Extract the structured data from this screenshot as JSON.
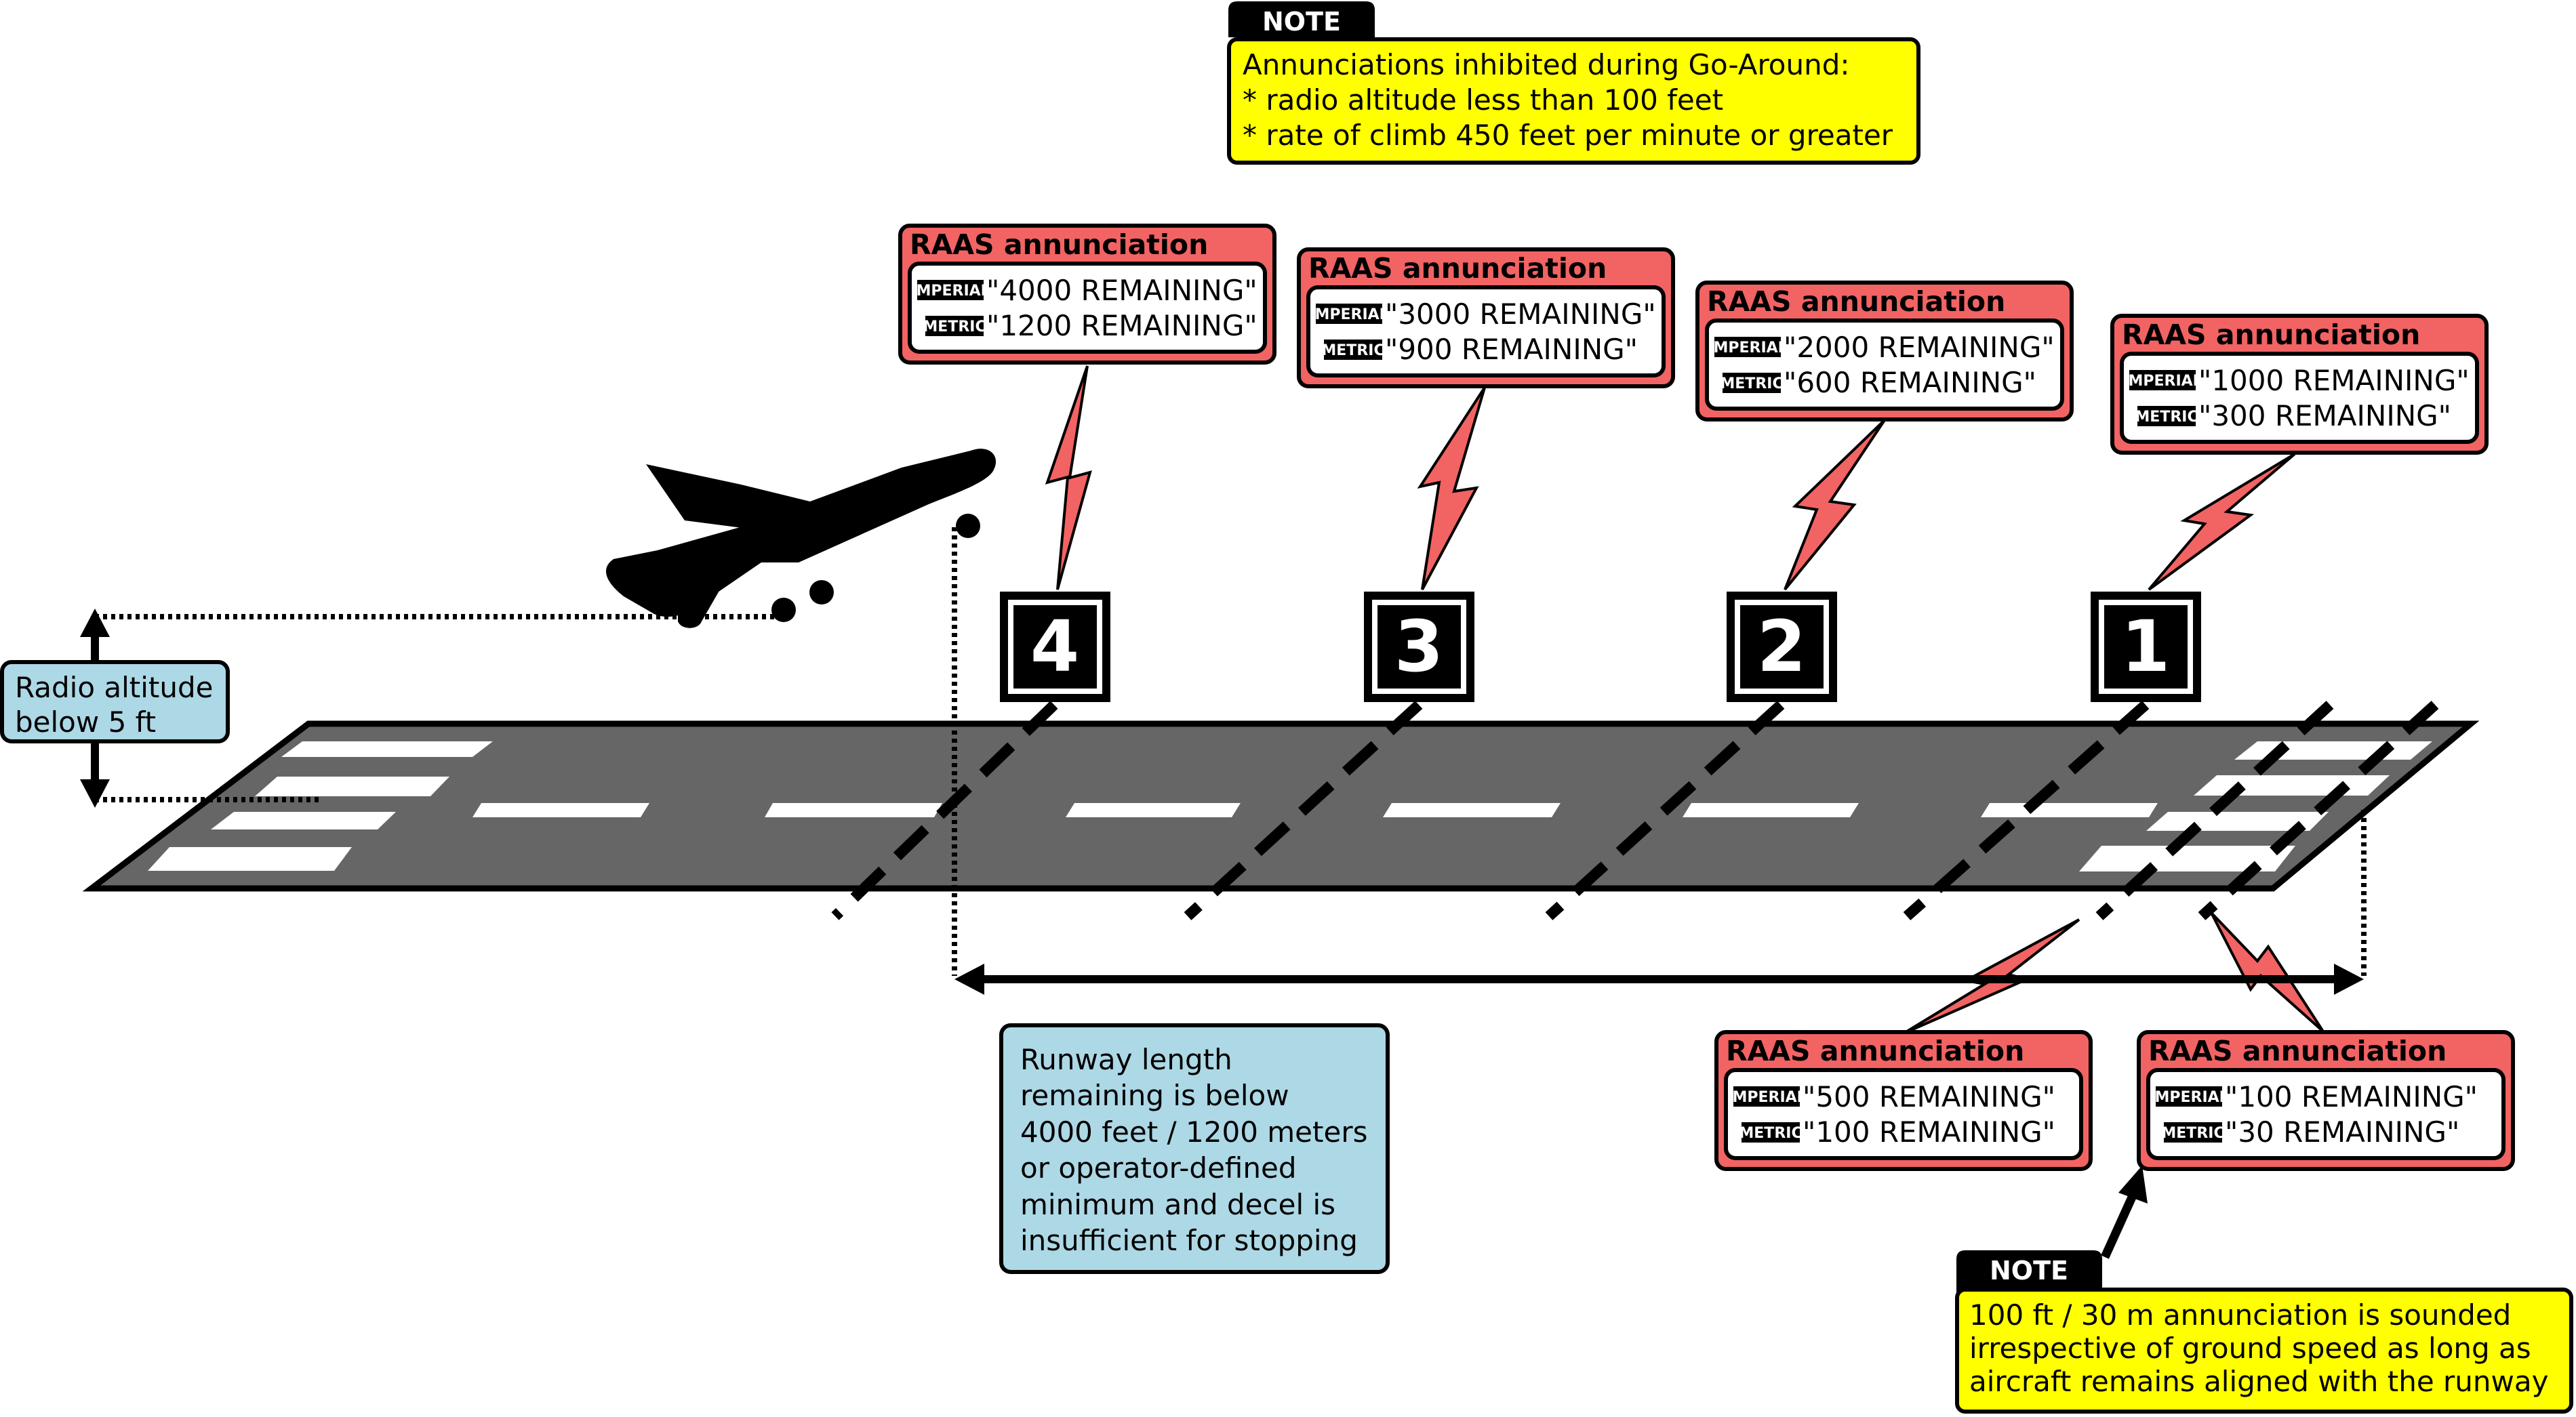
{
  "go_around_note": {
    "tag": "NOTE",
    "lines": [
      "Annunciations inhibited during Go-Around:",
      "* radio altitude less than 100 feet",
      "* rate of climb 450 feet per minute or greater"
    ]
  },
  "raas_boxes": [
    {
      "title": "RAAS annunciation",
      "imperial_tag": "IMPERIAL",
      "imperial": "\"4000 REMAINING\"",
      "metric_tag": "METRIC",
      "metric": "\"1200 REMAINING\""
    },
    {
      "title": "RAAS annunciation",
      "imperial_tag": "IMPERIAL",
      "imperial": "\"3000 REMAINING\"",
      "metric_tag": "METRIC",
      "metric": "\"900 REMAINING\""
    },
    {
      "title": "RAAS annunciation",
      "imperial_tag": "IMPERIAL",
      "imperial": "\"2000 REMAINING\"",
      "metric_tag": "METRIC",
      "metric": "\"600 REMAINING\""
    },
    {
      "title": "RAAS annunciation",
      "imperial_tag": "IMPERIAL",
      "imperial": "\"1000 REMAINING\"",
      "metric_tag": "METRIC",
      "metric": "\"300 REMAINING\""
    },
    {
      "title": "RAAS annunciation",
      "imperial_tag": "IMPERIAL",
      "imperial": "\"500 REMAINING\"",
      "metric_tag": "METRIC",
      "metric": "\"100 REMAINING\""
    },
    {
      "title": "RAAS annunciation",
      "imperial_tag": "IMPERIAL",
      "imperial": "\"100 REMAINING\"",
      "metric_tag": "METRIC",
      "metric": "\"30 REMAINING\""
    }
  ],
  "distance_markers": [
    "4",
    "3",
    "2",
    "1"
  ],
  "radio_altitude": {
    "lines": [
      "Radio altitude",
      "below 5 ft"
    ]
  },
  "runway_remaining": {
    "lines": [
      "Runway length",
      "remaining is below",
      "4000 feet / 1200 meters",
      "or operator-defined",
      "minimum and decel is",
      "insufficient for stopping"
    ]
  },
  "ground_speed_note": {
    "tag": "NOTE",
    "lines": [
      "100 ft / 30 m annunciation is sounded",
      "irrespective of ground speed as long as",
      "aircraft remains aligned with the runway"
    ]
  },
  "colors": {
    "raas_red": "#f26363",
    "note_yellow": "#ffff00",
    "info_blue": "#add8e6",
    "runway_gray": "#666666",
    "black": "#000000",
    "white": "#ffffff"
  },
  "icons": [
    "airplane-icon",
    "lightning-bolt-icon",
    "double-arrow-icon"
  ]
}
